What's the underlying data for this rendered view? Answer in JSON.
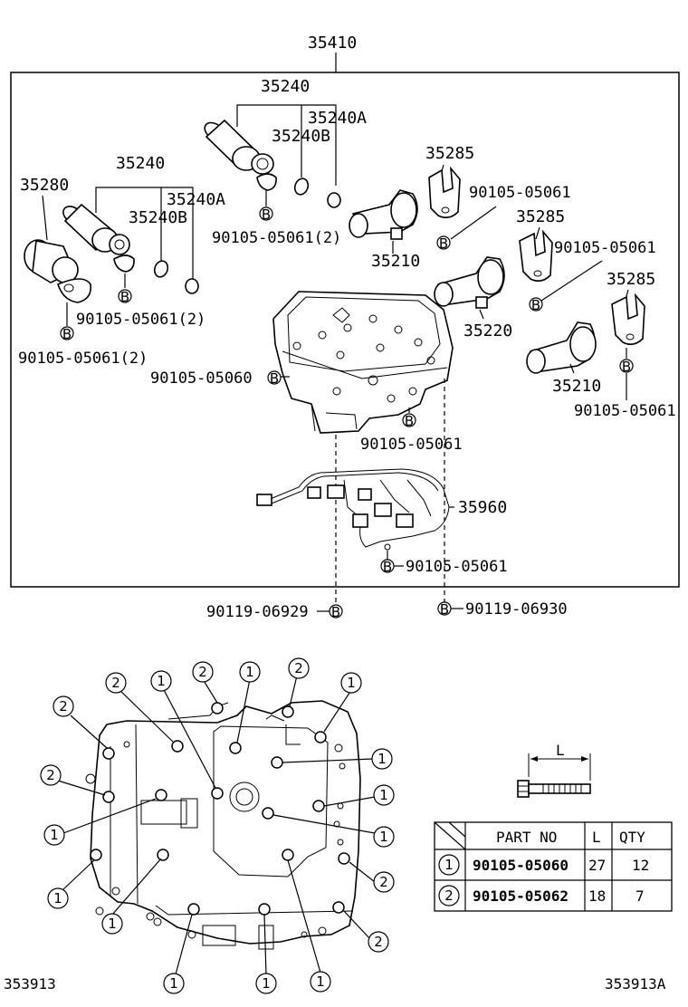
{
  "assembly": {
    "number": "35410"
  },
  "parts": {
    "p35240_top": "35240",
    "p35240a_top": "35240A",
    "p35240b_top": "35240B",
    "p35240_left": "35240",
    "p35240a_left": "35240A",
    "p35240b_left": "35240B",
    "p35280": "35280",
    "p35285_a": "35285",
    "p35285_b": "35285",
    "p35285_c": "35285",
    "p35210_a": "35210",
    "p35210_b": "35210",
    "p35220": "35220",
    "p35960": "35960"
  },
  "bolts": {
    "b_top_2": "90105-05061(2)",
    "b_left_2": "90105-05061(2)",
    "b_left_2b": "90105-05061(2)",
    "b_0560": "90105-05060",
    "b_body": "90105-05061",
    "b_285a": "90105-05061",
    "b_285b": "90105-05061",
    "b_285c": "90105-05061",
    "b_harness": "90105-05061",
    "b_06929": "90119-06929",
    "b_06930": "90119-06930",
    "b_marker": "B"
  },
  "callouts": {
    "one": "1",
    "two": "2"
  },
  "bolt_table": {
    "length_symbol": "L",
    "headers": {
      "part_no": "PART NO",
      "l": "L",
      "qty": "QTY"
    },
    "rows": [
      {
        "key": "1",
        "part_no": "90105-05060",
        "l": "27",
        "qty": "12"
      },
      {
        "key": "2",
        "part_no": "90105-05062",
        "l": "18",
        "qty": "7"
      }
    ]
  },
  "footer": {
    "left_id": "353913",
    "right_id": "353913A"
  }
}
